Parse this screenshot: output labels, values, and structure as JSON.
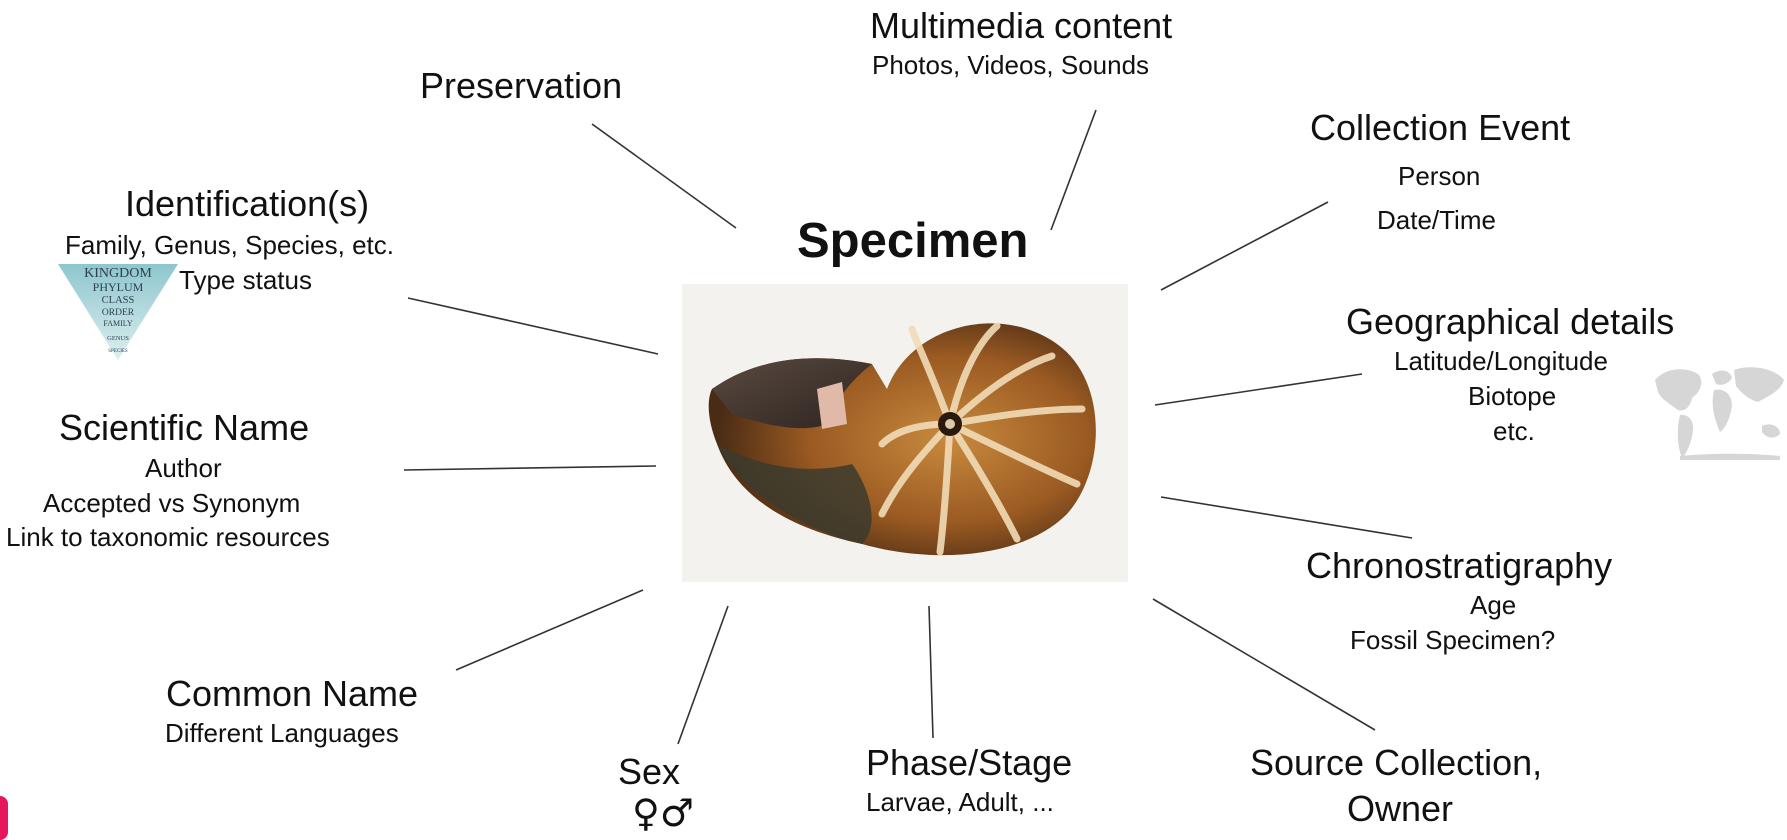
{
  "center": {
    "title": "Specimen"
  },
  "nodes": {
    "multimedia": {
      "title": "Multimedia content",
      "detail": "Photos, Videos, Sounds"
    },
    "preservation": {
      "title": "Preservation"
    },
    "collection_event": {
      "title": "Collection Event",
      "person": "Person",
      "datetime": "Date/Time"
    },
    "identification": {
      "title": "Identification(s)",
      "detail": "Family, Genus, Species, etc.",
      "type_status": "Type status"
    },
    "geographical": {
      "title": "Geographical details",
      "latlon": "Latitude/Longitude",
      "biotope": "Biotope",
      "etc": "etc."
    },
    "scientific_name": {
      "title": "Scientific Name",
      "author": "Author",
      "accepted": "Accepted vs Synonym",
      "link": "Link to taxonomic resources"
    },
    "chronostratigraphy": {
      "title": "Chronostratigraphy",
      "age": "Age",
      "fossil": "Fossil Specimen?"
    },
    "common_name": {
      "title": "Common Name",
      "detail": "Different Languages"
    },
    "sex": {
      "title": "Sex",
      "symbols": "♀♂"
    },
    "phase_stage": {
      "title": "Phase/Stage",
      "detail": "Larvae, Adult, ..."
    },
    "source_collection": {
      "line1": "Source Collection,",
      "line2": "Owner"
    }
  },
  "taxonomy_pyramid": [
    "KINGDOM",
    "PHYLUM",
    "CLASS",
    "ORDER",
    "FAMILY",
    "GENUS",
    "SPECIES"
  ],
  "colors": {
    "connector": "#333333",
    "text": "#111111",
    "accent": "#e5165a"
  }
}
